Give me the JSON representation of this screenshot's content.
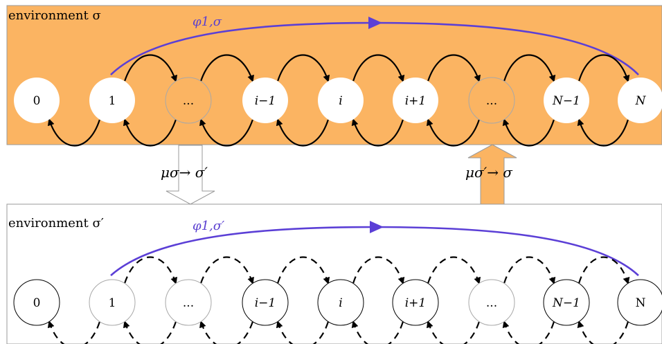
{
  "colors": {
    "top_env_fill": "#fbb462",
    "bottom_env_fill": "#ffffff",
    "long_arc": "#5b3fd6",
    "transition_up_fill": "#fbb462",
    "transition_down_fill": "#ffffff"
  },
  "top_env": {
    "label": "environment σ",
    "phi_label": "φ1,σ",
    "nodes": [
      "0",
      "1",
      "...",
      "i−1",
      "i",
      "i+1",
      "...",
      "N−1",
      "N"
    ]
  },
  "bottom_env": {
    "label": "environment σ′",
    "phi_label": "φ1,σ′",
    "nodes": [
      "0",
      "1",
      "...",
      "i−1",
      "i",
      "i+1",
      "...",
      "N−1",
      "N"
    ]
  },
  "transitions": {
    "down_label": "μσ→ σ′",
    "up_label": "μσ′→ σ"
  }
}
